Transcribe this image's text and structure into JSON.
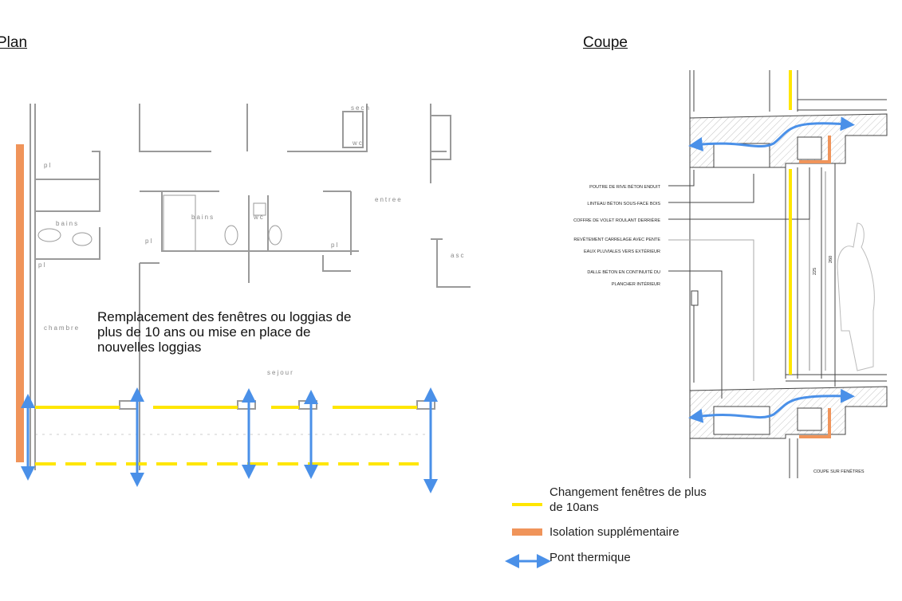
{
  "plan": {
    "title": "Plan",
    "note": "Remplacement des fenêtres ou loggias de plus de 10 ans ou mise en place de nouvelles loggias",
    "room_labels": [
      "pl",
      "bains",
      "pl",
      "pl",
      "bains",
      "wc",
      "pl",
      "entree",
      "asc",
      "chambre",
      "sejour",
      "sech",
      "wc"
    ]
  },
  "coupe": {
    "title": "Coupe",
    "annotations": [
      "POUTRE DE RIVE BÉTON ENDUIT",
      "LINTEAU BÉTON SOUS-FACE BOIS",
      "COFFRE DE VOLET ROULANT DERRIÈRE",
      "REVÊTEMENT CARRELAGE AVEC PENTE",
      "EAUX PLUVIALES VERS EXTÉRIEUR",
      "DALLE BÉTON EN CONTINUITÉ DU",
      "PLANCHER INTÉRIEUR"
    ],
    "dimensions": [
      "225",
      "260"
    ],
    "caption": "COUPE SUR FENÊTRES"
  },
  "legend": [
    {
      "label": "Changement fenêtres de plus de 10ans",
      "symbol": "yellow-line",
      "color": "#ffe600"
    },
    {
      "label": "Isolation supplémentaire",
      "symbol": "orange-bar",
      "color": "#f0945a"
    },
    {
      "label": "Pont thermique",
      "symbol": "blue-double-arrow",
      "color": "#4a90e8"
    }
  ],
  "colors": {
    "window": "#ffe600",
    "insulation": "#f0945a",
    "thermal_bridge": "#4a90e8",
    "walls": "#999999"
  }
}
